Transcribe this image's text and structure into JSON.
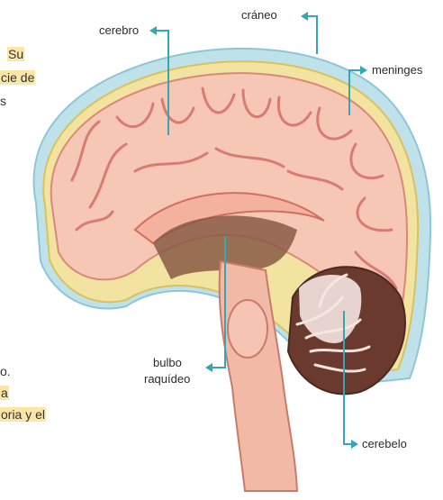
{
  "labels": {
    "craneo": "cráneo",
    "cerebro": "cerebro",
    "meninges": "meninges",
    "bulbo_line1": "bulbo",
    "bulbo_line2": "raquídeo",
    "cerebelo": "cerebelo"
  },
  "background_text_fragments": {
    "left_top_1": "Su",
    "left_top_2": "cie de",
    "left_top_3": "s",
    "left_bottom_1": "o.",
    "left_bottom_2": "a",
    "left_bottom_3": "oria y el"
  },
  "colors": {
    "pointer_line": "#33a6b8",
    "skull": "#bfe1ea",
    "meninges": "#e6d27a",
    "brain": "#f7c7b6",
    "sulcus": "#d97b74",
    "cerebellum_dark": "#6a3a2e",
    "highlight": "#fbe6a6"
  }
}
